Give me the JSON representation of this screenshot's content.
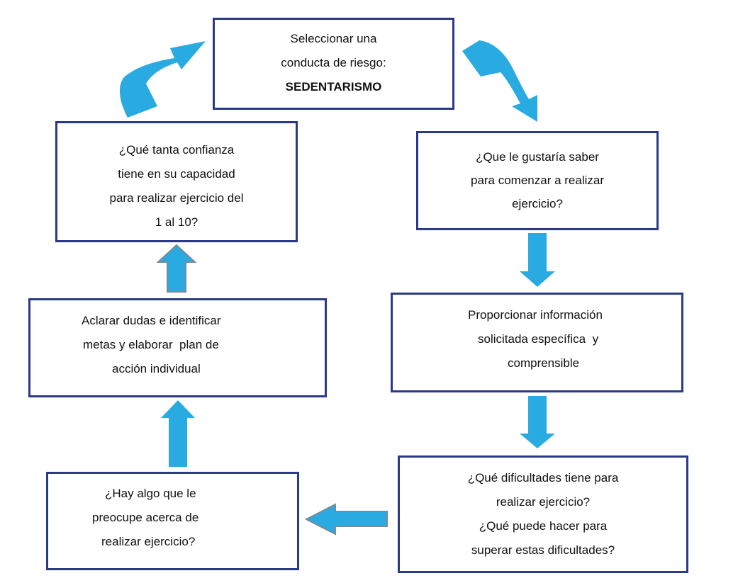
{
  "colors": {
    "box_border": "#2b3a86",
    "arrow_fill": "#29abe2",
    "arrow_outline": "#7a8a99",
    "text": "#111111"
  },
  "nodes": {
    "start": {
      "lines": [
        "Seleccionar una",
        "conducta de riesgo:",
        "SEDENTARISMO"
      ]
    },
    "want_to_know": {
      "lines": [
        "¿Que le gustaría saber",
        "para comenzar a realizar",
        "ejercicio?"
      ]
    },
    "provide_info": {
      "lines": [
        "Proporcionar información",
        "solicitada específica  y",
        "comprensible"
      ]
    },
    "difficulties": {
      "lines": [
        "¿Qué dificultades tiene para",
        "realizar ejercicio?",
        "¿Qué puede hacer para",
        "superar estas dificultades?"
      ]
    },
    "concerns": {
      "lines": [
        "¿Hay algo que le",
        "preocupe acerca de",
        "realizar ejercicio?"
      ]
    },
    "clarify": {
      "lines": [
        "Aclarar dudas e identificar",
        "metas y elaborar  plan de",
        "acción individual"
      ]
    },
    "confidence": {
      "lines": [
        "¿Qué tanta confianza",
        "tiene en su capacidad",
        "para realizar ejercicio del",
        "1 al 10?"
      ]
    }
  },
  "edges": [
    {
      "from": "start",
      "to": "want_to_know",
      "icon": "curved-arrow-down-right"
    },
    {
      "from": "want_to_know",
      "to": "provide_info",
      "icon": "arrow-down"
    },
    {
      "from": "provide_info",
      "to": "difficulties",
      "icon": "arrow-down"
    },
    {
      "from": "difficulties",
      "to": "concerns",
      "icon": "arrow-left"
    },
    {
      "from": "concerns",
      "to": "clarify",
      "icon": "arrow-up"
    },
    {
      "from": "clarify",
      "to": "confidence",
      "icon": "arrow-up"
    },
    {
      "from": "confidence",
      "to": "start",
      "icon": "curved-arrow-up-right"
    }
  ]
}
